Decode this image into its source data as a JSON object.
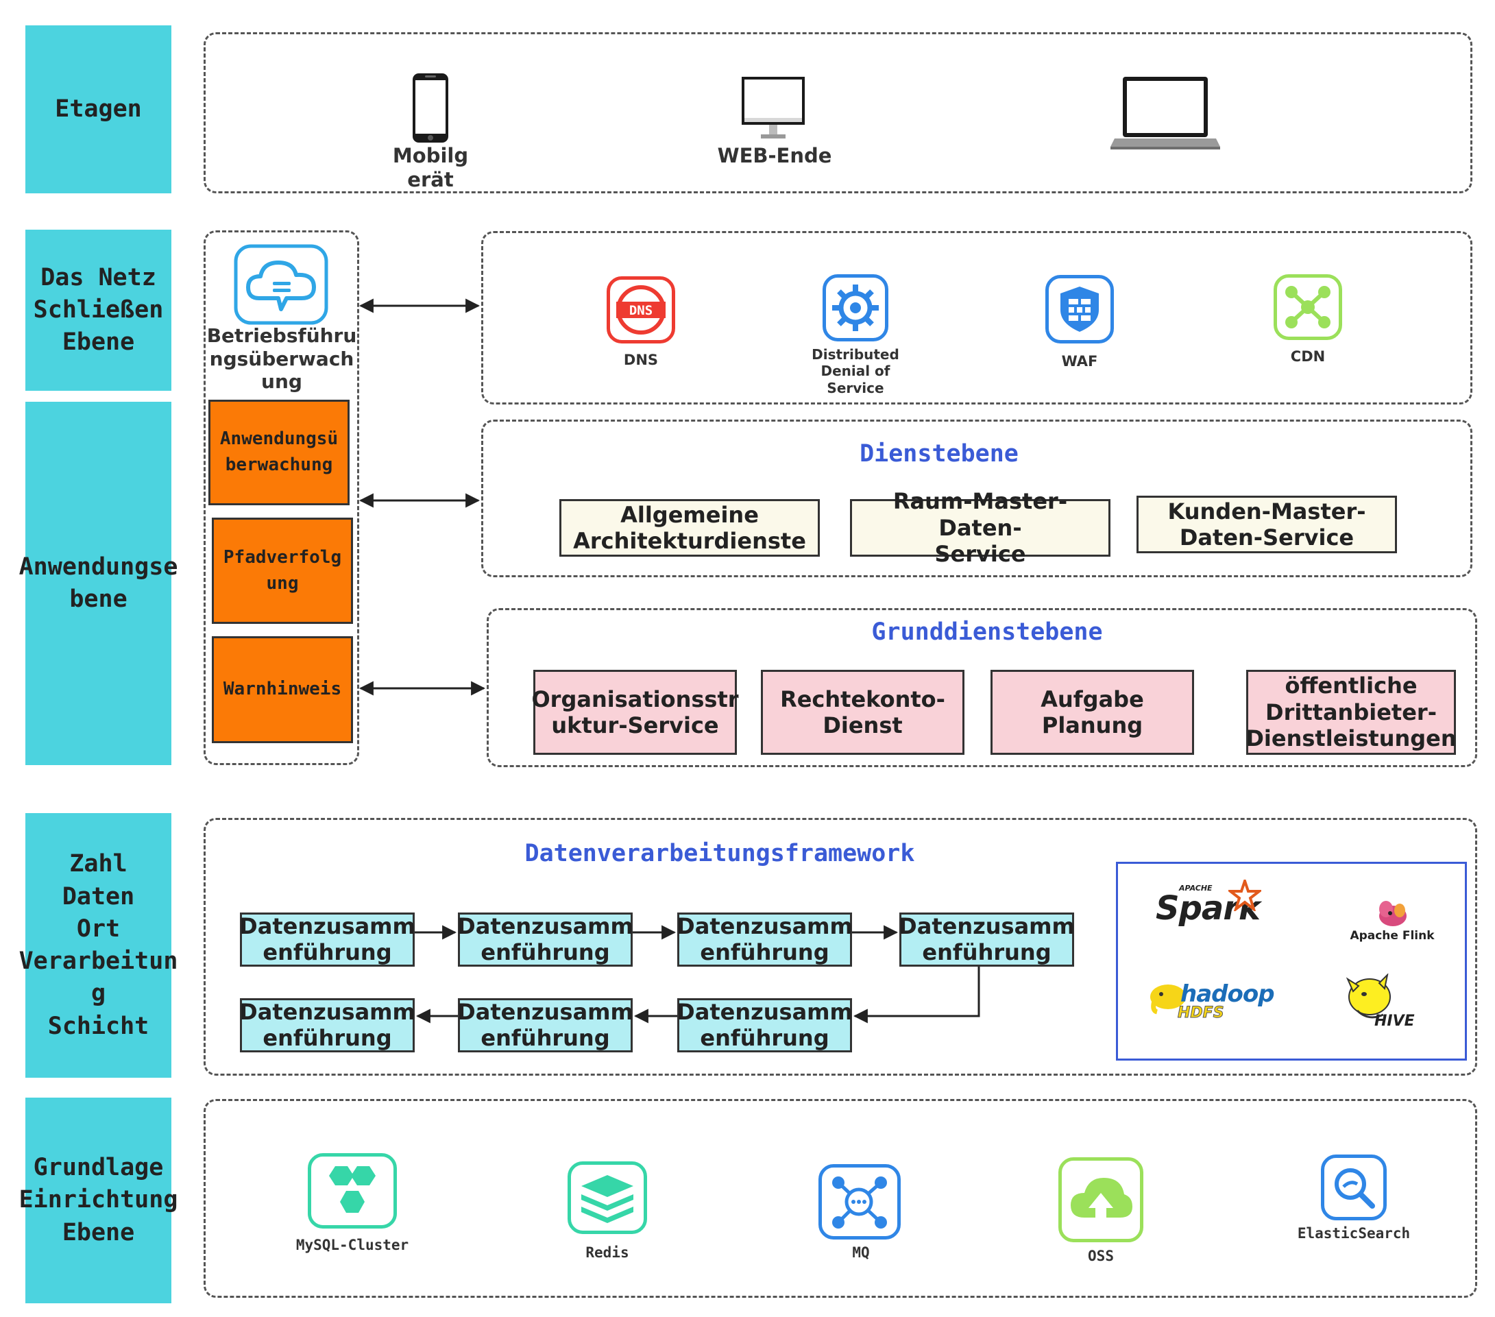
{
  "layers": {
    "etagen": "Etagen",
    "netz": "Das Netz\nSchließen\nEbene",
    "anwendung": "Anwendungse\nbene",
    "daten": "Zahl\nDaten\nOrt\nVerarbeitun\ng\nSchicht",
    "grundlage": "Grundlage\nEinrichtung\nEbene"
  },
  "clients": {
    "mobile": "Mobilg\nerät",
    "web": "WEB-Ende"
  },
  "monitoring": {
    "title": "Betriebsführu\nngsüberwach\nung",
    "items": [
      "Anwendungsü\nberwachung",
      "Pfadverfolg\nung",
      "Warnhinweis"
    ]
  },
  "network": {
    "items": [
      "DNS",
      "Distributed\nDenial of\nService",
      "WAF",
      "CDN"
    ],
    "dns_badge": "DNS"
  },
  "service_layer": {
    "title": "Dienstebene",
    "items": [
      "Allgemeine\nArchitekturdienste",
      "Raum-Master-Daten-\nService",
      "Kunden-Master-\nDaten-Service"
    ]
  },
  "base_service_layer": {
    "title": "Grunddienstebene",
    "items": [
      "Organisationsstr\nuktur-Service",
      "Rechtekonto-\nDienst",
      "Aufgabe\nPlanung",
      "öffentliche\nDrittanbieter-\nDienstleistungen"
    ]
  },
  "data_framework": {
    "title": "Datenverarbeitungsframework",
    "box_label": "Datenzusamm\nenführung",
    "logos": {
      "spark_small": "APACHE",
      "spark": "Spark",
      "flink": "Apache Flink",
      "hadoop": "hadoop",
      "hdfs": "HDFS",
      "hive": "HIVE"
    }
  },
  "infrastructure": {
    "items": [
      "MySQL-Cluster",
      "Redis",
      "MQ",
      "OSS",
      "ElasticSearch"
    ]
  },
  "colors": {
    "layer": "#4cd3df",
    "orange": "#fb7a06",
    "title_blue": "#3a5bd6",
    "dns_red": "#ee3b31",
    "ddos_blue": "#2f86e6",
    "waf_blue": "#2f86e6",
    "cdn_green": "#9be05a",
    "mysql_green": "#36d6a8",
    "redis_green": "#36d6a8",
    "mq_blue": "#2f86e6",
    "oss_green": "#9be05a",
    "es_blue": "#2f86e6"
  }
}
